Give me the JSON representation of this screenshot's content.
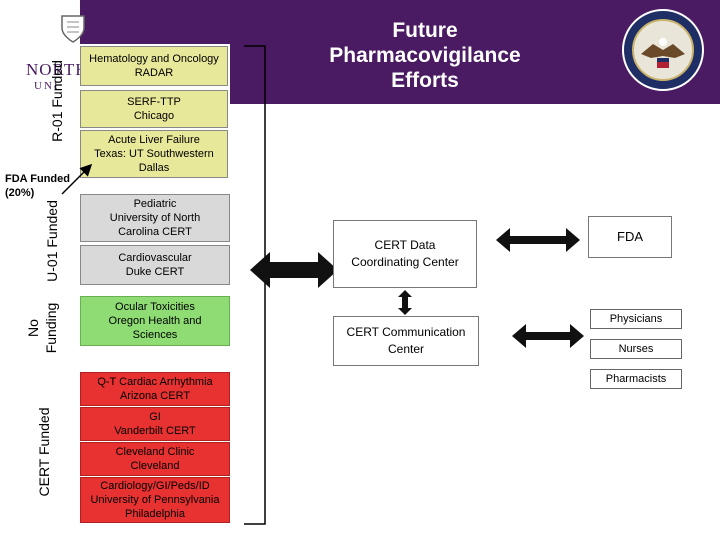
{
  "title": "Future Pharmacovigilance Efforts",
  "funding_labels": {
    "r01": "R-01 Funded",
    "fda": "FDA Funded\n(20%)",
    "u01": "U-01 Funded",
    "no_funding": "No\nFunding",
    "cert": "CERT Funded"
  },
  "left_logo_text": {
    "top": "NORTH",
    "bottom": "UNI"
  },
  "boxes": {
    "hematology": "Hematology and Oncology\nRADAR",
    "serf": "SERF-TTP\nChicago",
    "liver": "Acute Liver Failure\nTexas: UT Southwestern\nDallas",
    "pediatric": "Pediatric\nUniversity of North\nCarolina CERT",
    "cardiovascular": "Cardiovascular\nDuke CERT",
    "ocular": "Ocular Toxicities\nOregon Health and\nSciences",
    "qt": "Q-T Cardiac Arrhythmia\nArizona CERT",
    "gi": "GI\nVanderbilt CERT",
    "cleveland": "Cleveland Clinic\nCleveland",
    "cardiology": "Cardiology/GI/Peds/ID\nUniversity of Pennsylvania\nPhiladelphia"
  },
  "center": {
    "coordinating": "CERT Data\nCoordinating Center",
    "communication": "CERT Communication\nCenter"
  },
  "right": {
    "fda": "FDA",
    "physicians": "Physicians",
    "nurses": "Nurses",
    "pharmacists": "Pharmacists"
  },
  "colors": {
    "banner": "#4a1a63",
    "yellow": "#e8e89a",
    "gray": "#d9d9d9",
    "red": "#e83131",
    "green": "#8fdc74"
  }
}
